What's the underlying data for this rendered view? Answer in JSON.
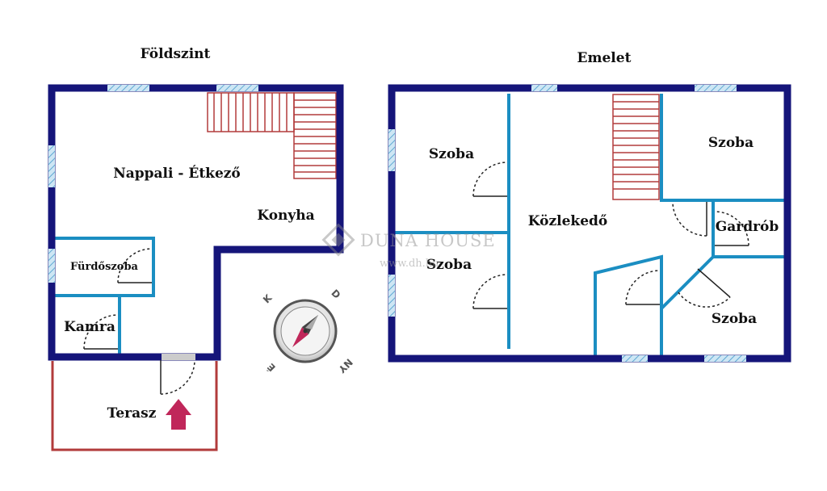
{
  "floors": {
    "ground": {
      "title": "Földszint",
      "rooms": {
        "nappali": "Nappali - Étkező",
        "konyha": "Konyha",
        "furdoszoba": "Fürdőszoba",
        "kamra": "Kamra",
        "terasz": "Terasz"
      }
    },
    "upper": {
      "title": "Emelet",
      "rooms": {
        "szoba_top_left": "Szoba",
        "szoba_mid_left": "Szoba",
        "kozlekedo": "Közlekedő",
        "szoba_top_right": "Szoba",
        "gardrob": "Gardrób",
        "szoba_bottom_right": "Szoba"
      }
    }
  },
  "watermark": {
    "brand": "DUNA HOUSE",
    "url": "www.dh.hu"
  },
  "compass": {
    "letters": [
      "K",
      "D",
      "NY",
      "É"
    ]
  },
  "colors": {
    "outer_wall": "#15157a",
    "inner_wall": "#1b8ec2",
    "window": "#8ec7e6",
    "stairs": "#b23b3b",
    "terrace": "#b23b3b",
    "door": "#222222",
    "entry_arrow": "#c0275a",
    "compass_needle": "#c0275a"
  }
}
